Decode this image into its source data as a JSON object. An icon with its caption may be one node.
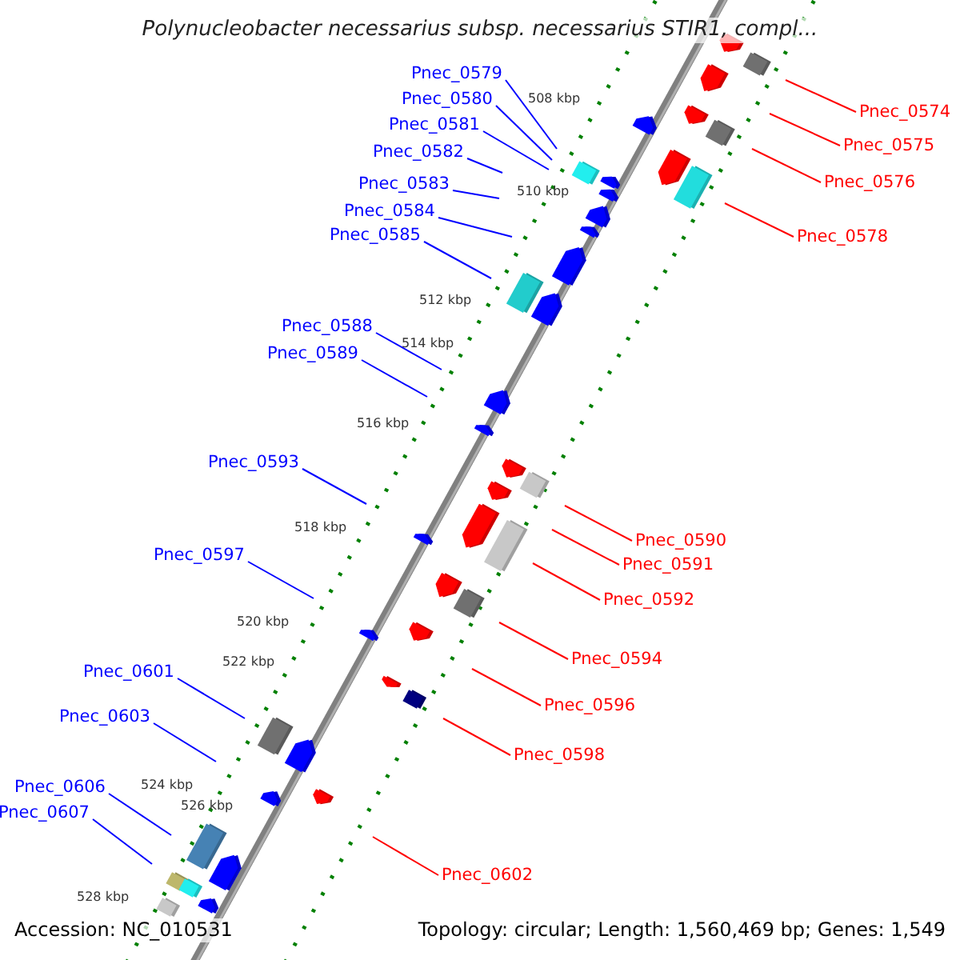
{
  "diagram": {
    "title": "Polynucleobacter necessarius subsp. necessarius STIR1, compl...",
    "nodes": [
      {
        "text": [
          "Pnec_0579"
        ]
      },
      {
        "text": [
          "Pnec_0580"
        ]
      },
      {
        "text": [
          "Pnec_0574"
        ]
      },
      {
        "text": [
          "Pnec_0581"
        ]
      },
      {
        "text": [
          "Pnec_0575"
        ]
      },
      {
        "text": [
          "Pnec_0582"
        ]
      },
      {
        "text": [
          "Pnec_0576"
        ]
      },
      {
        "text": [
          "Pnec_0583"
        ]
      },
      {
        "text": [
          "Pnec_0584"
        ]
      },
      {
        "text": [
          "Pnec_0578"
        ]
      },
      {
        "text": [
          "Pnec_0585"
        ]
      },
      {
        "text": [
          "Pnec_0588"
        ]
      },
      {
        "text": [
          "Pnec_0589"
        ]
      },
      {
        "text": [
          "Pnec_0593"
        ]
      },
      {
        "text": [
          "Pnec_0590"
        ]
      },
      {
        "text": [
          "Pnec_0591"
        ]
      },
      {
        "text": [
          "Pnec_0597"
        ]
      },
      {
        "text": [
          "Pnec_0592"
        ]
      },
      {
        "text": [
          "Pnec_0594"
        ]
      },
      {
        "text": [
          "Pnec_0601"
        ]
      },
      {
        "text": [
          "Pnec_0596"
        ]
      },
      {
        "text": [
          "Pnec_0603"
        ]
      },
      {
        "text": [
          "Pnec_0598"
        ]
      },
      {
        "text": [
          "Pnec_0606"
        ]
      },
      {
        "text": [
          "Pnec_0607"
        ]
      },
      {
        "text": [
          "Pnec_0602"
        ]
      }
    ],
    "edges": [
      {
        "from": 0,
        "to": null,
        "arrow": "none"
      },
      {
        "from": 1,
        "to": null,
        "arrow": "none"
      },
      {
        "from": 2,
        "to": null,
        "arrow": "none",
        "color": "#ff0000"
      },
      {
        "from": 3,
        "to": null,
        "arrow": "none"
      },
      {
        "from": 4,
        "to": null,
        "arrow": "none",
        "color": "#ff0000"
      },
      {
        "from": 5,
        "to": null,
        "arrow": "none"
      },
      {
        "from": 6,
        "to": null,
        "arrow": "none",
        "color": "#ff0000"
      },
      {
        "from": 7,
        "to": null,
        "arrow": "none"
      },
      {
        "from": 8,
        "to": null,
        "arrow": "none"
      },
      {
        "from": 9,
        "to": null,
        "arrow": "none",
        "color": "#ff0000"
      },
      {
        "from": 10,
        "to": null,
        "arrow": "none"
      },
      {
        "from": 11,
        "to": null,
        "arrow": "none"
      },
      {
        "from": 12,
        "to": null,
        "arrow": "none"
      },
      {
        "from": 13,
        "to": null,
        "arrow": "none"
      },
      {
        "from": 14,
        "to": null,
        "arrow": "none",
        "color": "#ff0000"
      },
      {
        "from": 15,
        "to": null,
        "arrow": "none",
        "color": "#ff0000"
      },
      {
        "from": 16,
        "to": null,
        "arrow": "none"
      },
      {
        "from": 17,
        "to": null,
        "arrow": "none",
        "color": "#ff0000"
      },
      {
        "from": 18,
        "to": null,
        "arrow": "none",
        "color": "#ff0000"
      },
      {
        "from": 19,
        "to": null,
        "arrow": "none"
      },
      {
        "from": 20,
        "to": null,
        "arrow": "none",
        "color": "#ff0000"
      },
      {
        "from": 21,
        "to": null,
        "arrow": "none"
      },
      {
        "from": 22,
        "to": null,
        "arrow": "none",
        "color": "#ff0000"
      },
      {
        "from": 23,
        "to": null,
        "arrow": "none"
      },
      {
        "from": 24,
        "to": null,
        "arrow": "none"
      },
      {
        "from": 25,
        "to": null,
        "arrow": "none",
        "color": "#ff0000"
      }
    ],
    "labels": [
      "508 kbp",
      "510 kbp",
      "512 kbp",
      "514 kbp",
      "516 kbp",
      "518 kbp",
      "520 kbp",
      "522 kbp",
      "524 kbp",
      "526 kbp",
      "528 kbp",
      "Accession: NC_010531",
      "Topology: circular; Length: 1,560,469 bp; Genes: 1,549"
    ]
  }
}
